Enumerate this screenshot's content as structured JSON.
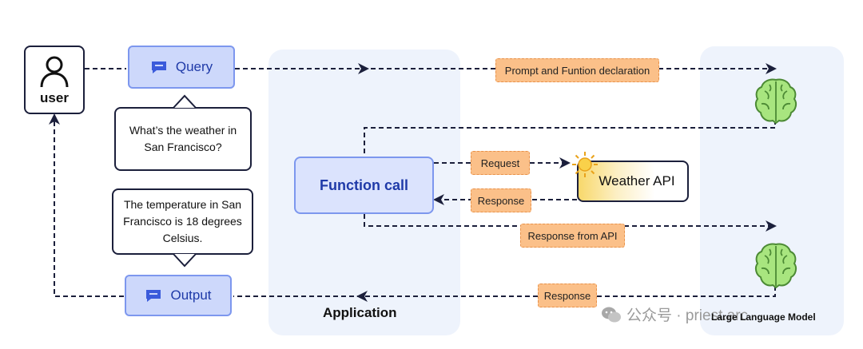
{
  "user": {
    "label": "user",
    "icon": "user-icon"
  },
  "query": {
    "label": "Query",
    "icon": "chat-icon"
  },
  "output": {
    "label": "Output",
    "icon": "chat-icon"
  },
  "bubbles": {
    "question": "What’s the weather in San Francisco?",
    "answer": "The temperature in San Francisco is 18 degrees Celsius."
  },
  "application": {
    "title": "Application",
    "function_call": "Function call"
  },
  "weather_api": {
    "label": "Weather API",
    "icon": "sun-icon"
  },
  "llm": {
    "title": "Large Language Model",
    "icon": "brain-icon"
  },
  "tags": {
    "prompt": "Prompt and Funtion declaration",
    "request": "Request",
    "response_api": "Response",
    "response_from_api": "Response from API",
    "response_final": "Response"
  },
  "watermark": {
    "text": "公众号 · priest.arc",
    "icon": "wechat-icon"
  },
  "colors": {
    "accent_blue": "#7d97ee",
    "pill_fill": "#cdd8fb",
    "tag_fill": "#fbc089",
    "line": "#1b1f3b",
    "brain_green": "#9fe07a"
  }
}
